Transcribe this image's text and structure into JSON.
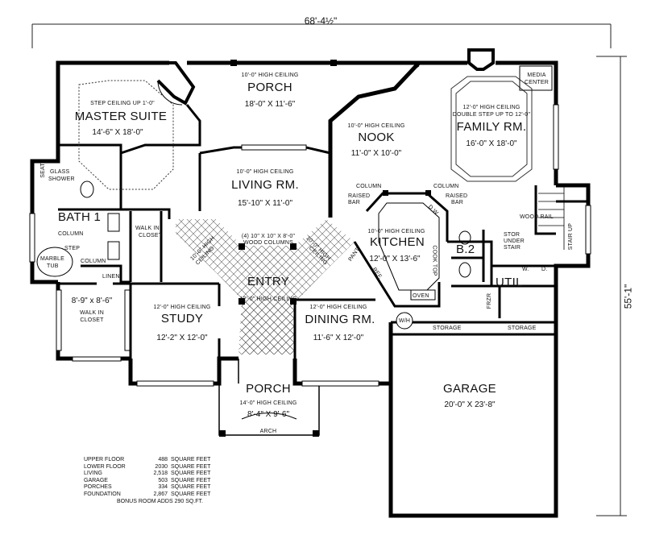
{
  "dimensions": {
    "overall_width": "68'-4½\"",
    "overall_depth": "55'-1\""
  },
  "rooms": {
    "porch_rear": {
      "note": "10'-0\" HIGH CEILING",
      "name": "PORCH",
      "size": "18'-0\" X 11'-6\""
    },
    "master_suite": {
      "note": "STEP CEILING UP 1'-0\"",
      "name": "MASTER SUITE",
      "size": "14'-6\" X 18'-0\""
    },
    "living": {
      "note": "10'-0\" HIGH CEILING",
      "name": "LIVING RM.",
      "size": "15'-10\" X 11'-0\""
    },
    "nook": {
      "note": "10'-0\" HIGH CEILING",
      "name": "NOOK",
      "size": "11'-0\" X 10'-0\""
    },
    "family": {
      "note1": "12'-0\" HIGH CEILING",
      "note2": "DOUBLE STEP UP TO 12'-0\"",
      "name": "FAMILY RM.",
      "size": "16'-0\" X 18'-0\""
    },
    "kitchen": {
      "note": "10'-0\" HIGH CEILING",
      "name": "KITCHEN",
      "size": "12'-0\" X 13'-6\""
    },
    "bath1": {
      "name": "BATH 1"
    },
    "b2": {
      "name": "B.2"
    },
    "util": {
      "name": "UTIL."
    },
    "entry": {
      "name": "ENTRY",
      "note": "12'-0\" HIGH CEILING"
    },
    "study": {
      "note": "12'-0\" HIGH CEILING",
      "name": "STUDY",
      "size": "12'-2\" X 12'-0\""
    },
    "dining": {
      "note": "12'-0\" HIGH CEILING",
      "name": "DINING RM.",
      "size": "11'-6\" X 12'-0\""
    },
    "walkin_closet_large": {
      "size": "8'-9\" x 8'-6\"",
      "name": "WALK IN",
      "name2": "CLOSET"
    },
    "porch_front": {
      "name": "PORCH",
      "note": "14'-0\" HIGH CEILING",
      "size": "8'-4\" X 9'-6\""
    },
    "garage": {
      "name": "GARAGE",
      "size": "20'-0\" X 23'-8\""
    }
  },
  "labels": {
    "media_center_1": "MEDIA",
    "media_center_2": "CENTER",
    "seat": "SEAT",
    "glass_shower_1": "GLASS",
    "glass_shower_2": "SHOWER",
    "column_a": "COLUMN",
    "column_b": "COLUMN",
    "column_c": "COLUMN",
    "column_d": "COLUMN",
    "step": "STEP",
    "marble_tub_1": "MARBLE",
    "marble_tub_2": "TUB",
    "linen": "LINEN",
    "walkin_small_1": "WALK IN",
    "walkin_small_2": "CLOSET",
    "wood_columns": "(4) 10\" X 10\" X 8'-0\"",
    "wood_columns_2": "WOOD COLUMNS",
    "ceiling_left_1": "10'-0\" HIGH",
    "ceiling_left_2": "CEILING",
    "ceiling_right_1": "10'-0\" HIGH",
    "ceiling_right_2": "CEILING",
    "raised_bar_left_1": "RAISED",
    "raised_bar_left_2": "BAR",
    "raised_bar_right_1": "RAISED",
    "raised_bar_right_2": "BAR",
    "dw": "D.W.",
    "cook_top": "COOK TOP",
    "pant": "PANT.",
    "ref": "REF.",
    "oven": "OVEN",
    "wood_rail": "WOOD RAIL",
    "stor_under_1": "STOR",
    "stor_under_2": "UNDER",
    "stor_under_3": "STAIR",
    "stair_up": "STAIR UP",
    "w": "W.",
    "d": "D.",
    "frzr": "FRZR",
    "wh": "W/H",
    "storage_1": "STORAGE",
    "storage_2": "STORAGE",
    "arch": "ARCH"
  },
  "area_table": [
    {
      "label": "UPPER FLOOR",
      "value": "488",
      "unit": "SQUARE  FEET"
    },
    {
      "label": "LOWER FLOOR",
      "value": "2030",
      "unit": "SQUARE  FEET"
    },
    {
      "label": "LIVING",
      "value": "2,518",
      "unit": "SQUARE  FEET"
    },
    {
      "label": "GARAGE",
      "value": "503",
      "unit": "SQUARE  FEET"
    },
    {
      "label": "PORCHES",
      "value": "334",
      "unit": "SQUARE  FEET"
    },
    {
      "label": "FOUNDATION",
      "value": "2,867",
      "unit": "SQUARE  FEET"
    }
  ],
  "bonus_room": "BONUS ROOM ADDS   290 SQ.FT."
}
